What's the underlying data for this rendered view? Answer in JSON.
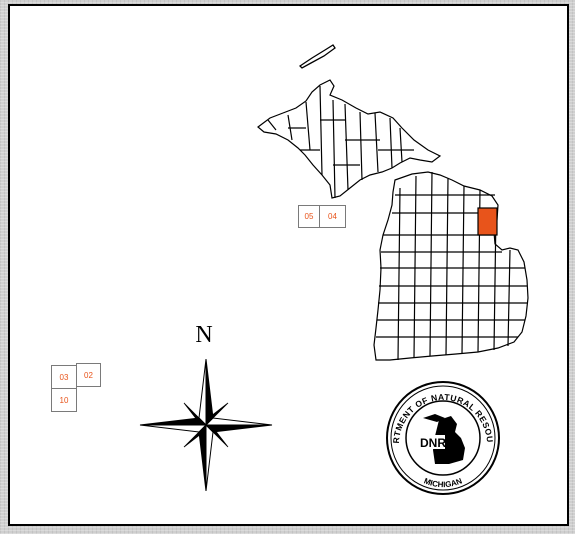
{
  "map": {
    "highlight_color": "#e8541b",
    "county_fill": "#ffffff",
    "county_stroke": "#000000"
  },
  "insets": {
    "top_left": "05",
    "top_right": "04",
    "group_a": "03",
    "group_b": "02",
    "group_c": "10"
  },
  "compass": {
    "north_label": "N"
  },
  "seal": {
    "center_text": "DNR",
    "ring_text_top": "DEPARTMENT OF NATURAL RESOURCES",
    "ring_text_bottom": "MICHIGAN"
  }
}
